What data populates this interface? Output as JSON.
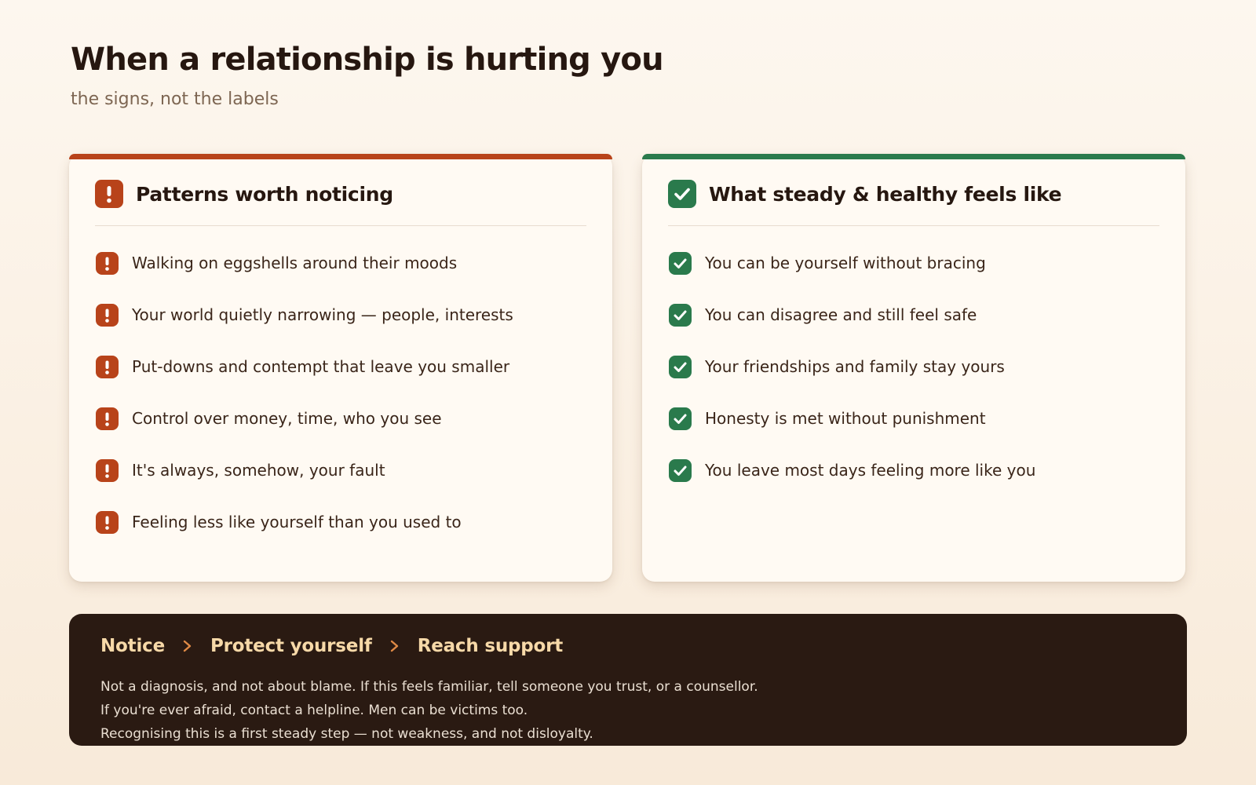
{
  "header": {
    "title": "When a relationship is hurting you",
    "subtitle": "the signs, not the labels"
  },
  "colors": {
    "warning_accent": "#b8431a",
    "healthy_accent": "#2a7a4c",
    "footer_background": "#2a1a12",
    "step_text": "#f7d9a8",
    "chevron": "#e08a45"
  },
  "warning_card": {
    "icon": "exclamation-icon",
    "title": "Patterns worth noticing",
    "items": [
      "Walking on eggshells around their moods",
      "Your world quietly narrowing — people, interests",
      "Put-downs and contempt that leave you smaller",
      "Control over money, time, who you see",
      "It's always, somehow, your fault",
      "Feeling less like yourself than you used to"
    ]
  },
  "healthy_card": {
    "icon": "check-icon",
    "title": "What steady & healthy feels like",
    "items": [
      "You can be yourself without bracing",
      "You can disagree and still feel safe",
      "Your friendships and family stay yours",
      "Honesty is met without punishment",
      "You leave most days feeling more like you"
    ]
  },
  "footer": {
    "steps": [
      "Notice",
      "Protect yourself",
      "Reach support"
    ],
    "separator_icon": "chevron-right-icon",
    "notes": [
      "Not a diagnosis, and not about blame. If this feels familiar, tell someone you trust, or a counsellor.",
      "If you're ever afraid, contact a helpline. Men can be victims too.",
      "Recognising this is a first steady step — not weakness, and not disloyalty."
    ]
  }
}
